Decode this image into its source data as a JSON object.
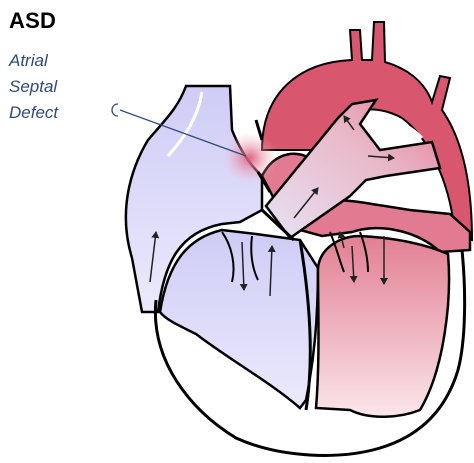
{
  "heading": "ASD",
  "caption": {
    "line1": "Atrial",
    "line2": "Septal",
    "line3": "Defect"
  },
  "colors": {
    "label_text": "#2f4a7c",
    "leader_line": "#2f4a7c",
    "deoxygenated_blood": "#d4d2f6",
    "oxygenated_blood": "#d9566f",
    "shunt_highlight": "#e36d88",
    "outline": "#000000"
  }
}
